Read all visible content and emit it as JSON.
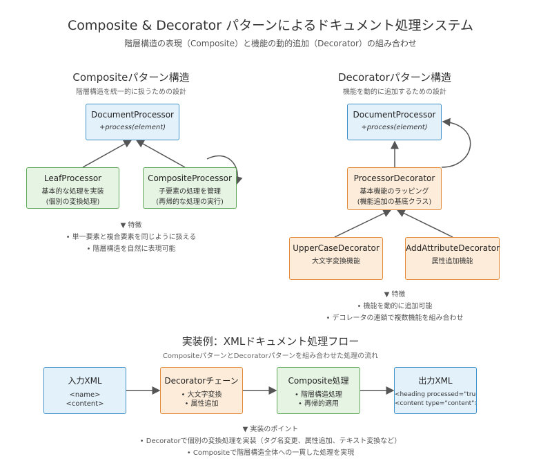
{
  "header": {
    "title": "Composite & Decorator パターンによるドキュメント処理システム",
    "subtitle": "階層構造の表現（Composite）と機能の動的追加（Decorator）の組み合わせ"
  },
  "composite": {
    "title": "Compositeパターン構造",
    "subtitle": "階層構造を統一的に扱うための設計",
    "root": {
      "name": "DocumentProcessor",
      "method": "+process(element)"
    },
    "leaf": {
      "name": "LeafProcessor",
      "desc1": "基本的な処理を実装",
      "desc2": "(個別の変換処理)"
    },
    "comp": {
      "name": "CompositeProcessor",
      "desc1": "子要素の処理を管理",
      "desc2": "(再帰的な処理の実行)"
    },
    "features_head": "▼ 特徴",
    "feature1": "• 単一要素と複合要素を同じように扱える",
    "feature2": "• 階層構造を自然に表現可能"
  },
  "decorator": {
    "title": "Decoratorパターン構造",
    "subtitle": "機能を動的に追加するための設計",
    "root": {
      "name": "DocumentProcessor",
      "method": "+process(element)"
    },
    "base": {
      "name": "ProcessorDecorator",
      "desc1": "基本機能のラッピング",
      "desc2": "(機能追加の基底クラス)"
    },
    "upper": {
      "name": "UpperCaseDecorator",
      "desc1": "大文字変換機能"
    },
    "attr": {
      "name": "AddAttributeDecorator",
      "desc1": "属性追加機能"
    },
    "features_head": "▼ 特徴",
    "feature1": "• 機能を動的に追加可能",
    "feature2": "• デコレータの連鎖で複数機能を組み合わせ"
  },
  "flow": {
    "title": "実装例：XMLドキュメント処理フロー",
    "subtitle": "CompositeパターンとDecoratorパターンを組み合わせた処理の流れ",
    "input": {
      "name": "入力XML",
      "line1": "<name>",
      "line2": "<content>"
    },
    "deco": {
      "name": "Decoratorチェーン",
      "line1": "• 大文字変換",
      "line2": "• 属性追加"
    },
    "comp": {
      "name": "Composite処理",
      "line1": "• 階層構造処理",
      "line2": "• 再帰的適用"
    },
    "output": {
      "name": "出力XML",
      "line1": "<heading processed=\"true\">",
      "line2": "<content type=\"content\">"
    },
    "points_head": "▼ 実装のポイント",
    "point1": "• Decoratorで個別の変換処理を実装（タグ名変更、属性追加、テキスト変換など）",
    "point2": "• Compositeで階層構造全体への一貫した処理を実現"
  },
  "colors": {
    "blue_border": "#3f8fc8",
    "green_border": "#62a85a",
    "orange_border": "#e38a3a",
    "line": "#555555"
  }
}
